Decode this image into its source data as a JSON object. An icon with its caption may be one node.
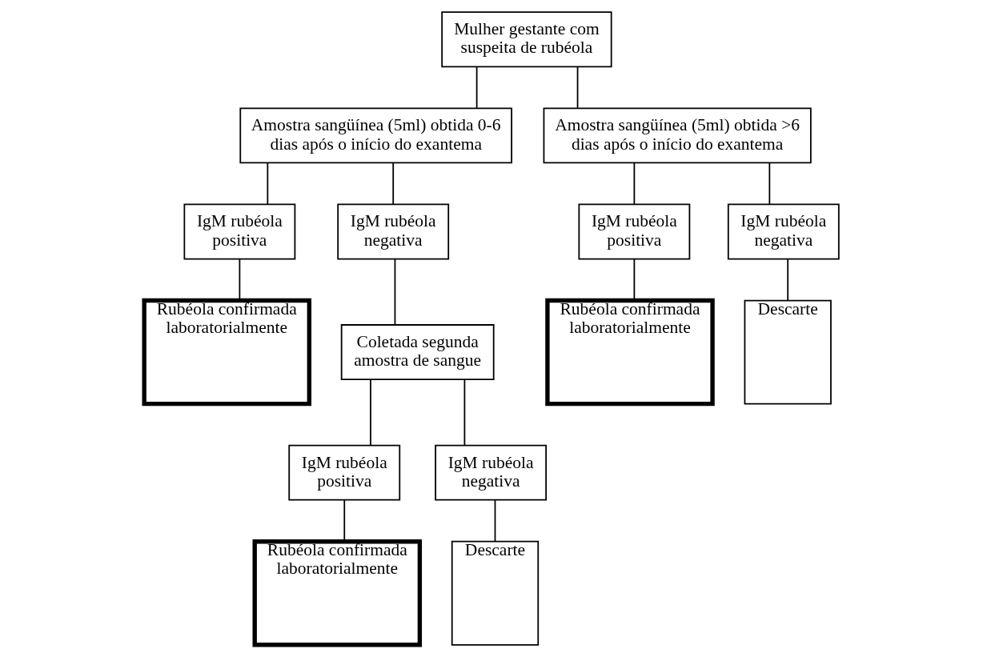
{
  "diagram": {
    "nodes": [
      {
        "text": [
          "Mulher gestante com suspeita de rubéola"
        ]
      },
      {
        "text": [
          "Amostra sangüínea (5ml) obtida 0-6 dias após o início do exantema"
        ]
      },
      {
        "text": [
          "Amostra sangüínea (5ml) obtida >6 dias após o início do exantema"
        ]
      },
      {
        "text": [
          "IgM rubéola positiva"
        ]
      },
      {
        "text": [
          "IgM rubéola negativa"
        ]
      },
      {
        "text": [
          "IgM rubéola positiva"
        ]
      },
      {
        "text": [
          "IgM rubéola negativa"
        ]
      },
      {
        "text": [
          "Rubéola confirmada laboratorialmente"
        ]
      },
      {
        "text": [
          "Coletada segunda amostra de sangue"
        ]
      },
      {
        "text": [
          "Rubéola confirmada laboratorialmente"
        ]
      },
      {
        "text": [
          "Descarte"
        ]
      },
      {
        "text": [
          "IgM rubéola positiva"
        ]
      },
      {
        "text": [
          "IgM rubéola negativa"
        ]
      },
      {
        "text": [
          "Rubéola confirmada laboratorialmente"
        ]
      },
      {
        "text": [
          "Descarte"
        ]
      }
    ],
    "edges": [
      {
        "from": 0,
        "to": 1,
        "arrow": "none"
      },
      {
        "from": 0,
        "to": 2,
        "arrow": "none"
      },
      {
        "from": 1,
        "to": 3,
        "arrow": "none"
      },
      {
        "from": 1,
        "to": 4,
        "arrow": "none"
      },
      {
        "from": 2,
        "to": 5,
        "arrow": "none"
      },
      {
        "from": 2,
        "to": 6,
        "arrow": "none"
      },
      {
        "from": 3,
        "to": 7,
        "arrow": "none"
      },
      {
        "from": 4,
        "to": 8,
        "arrow": "none"
      },
      {
        "from": 5,
        "to": 9,
        "arrow": "none"
      },
      {
        "from": 6,
        "to": 10,
        "arrow": "none"
      },
      {
        "from": 8,
        "to": 11,
        "arrow": "none"
      },
      {
        "from": 8,
        "to": 12,
        "arrow": "none"
      },
      {
        "from": 11,
        "to": 13,
        "arrow": "none"
      },
      {
        "from": 12,
        "to": 14,
        "arrow": "none"
      }
    ]
  }
}
